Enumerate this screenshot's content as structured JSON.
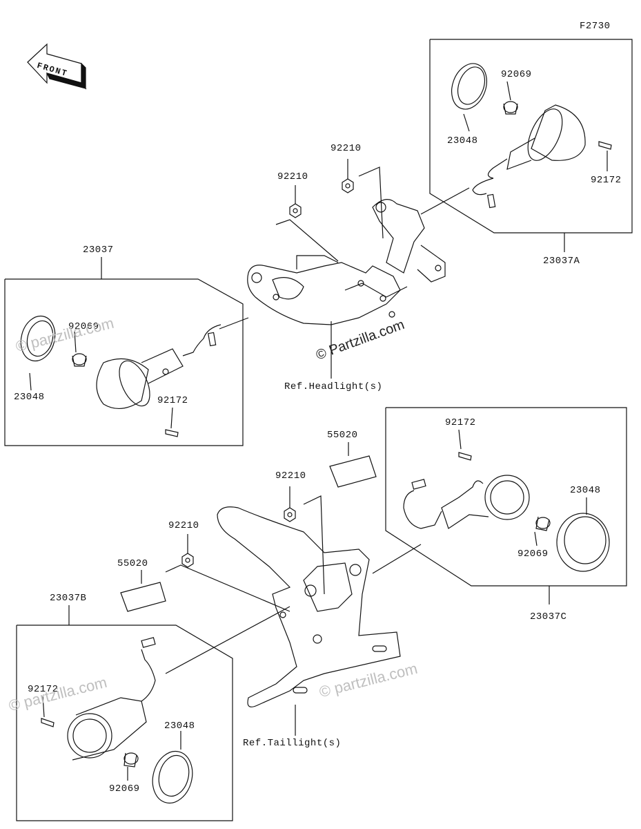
{
  "figure_id": "F2730",
  "front_label": "FRONT",
  "watermark": "© Partzilla.com",
  "watermark_faint": "© partzilla.com",
  "labels": {
    "assy_23037": "23037",
    "assy_23037A": "23037A",
    "assy_23037B": "23037B",
    "assy_23037C": "23037C",
    "nut_92210": "92210",
    "bulb_92069": "92069",
    "screw_92172": "92172",
    "lens_23048": "23048",
    "pad_55020": "55020",
    "ref_headlight": "Ref.Headlight(s)",
    "ref_taillight": "Ref.Taillight(s)"
  },
  "colors": {
    "line": "#111111",
    "watermark": "#bfbfbf",
    "background": "#ffffff"
  }
}
